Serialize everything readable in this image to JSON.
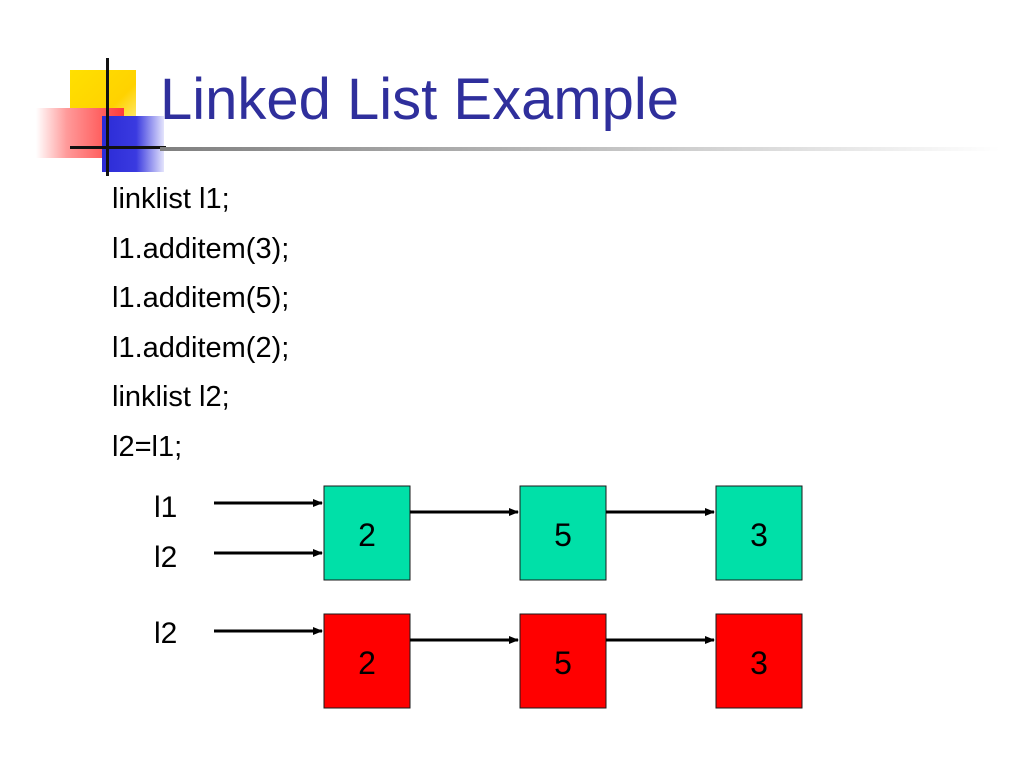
{
  "title": "Linked List Example",
  "code_lines": [
    "linklist l1;",
    "l1.additem(3);",
    "l1.additem(5);",
    "l1.additem(2);",
    "linklist l2;",
    "l2=l1;"
  ],
  "diagram": {
    "shared_list": {
      "pointers": [
        "l1",
        "l2"
      ],
      "nodes": [
        "2",
        "5",
        "3"
      ],
      "color": "#00e0a8"
    },
    "copied_list": {
      "pointers": [
        "l2"
      ],
      "nodes": [
        "2",
        "5",
        "3"
      ],
      "color": "#ff0000"
    }
  }
}
